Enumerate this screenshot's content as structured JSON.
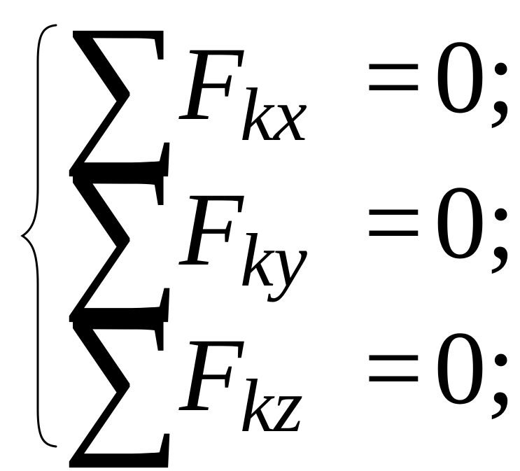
{
  "system": {
    "equations": [
      {
        "sigma": "∑",
        "symbol": "F",
        "subscript": "kx",
        "relation": "=",
        "rhs": "0;"
      },
      {
        "sigma": "∑",
        "symbol": "F",
        "subscript": "ky",
        "relation": "=",
        "rhs": "0;"
      },
      {
        "sigma": "∑",
        "symbol": "F",
        "subscript": "kz",
        "relation": "=",
        "rhs": "0;"
      }
    ]
  }
}
